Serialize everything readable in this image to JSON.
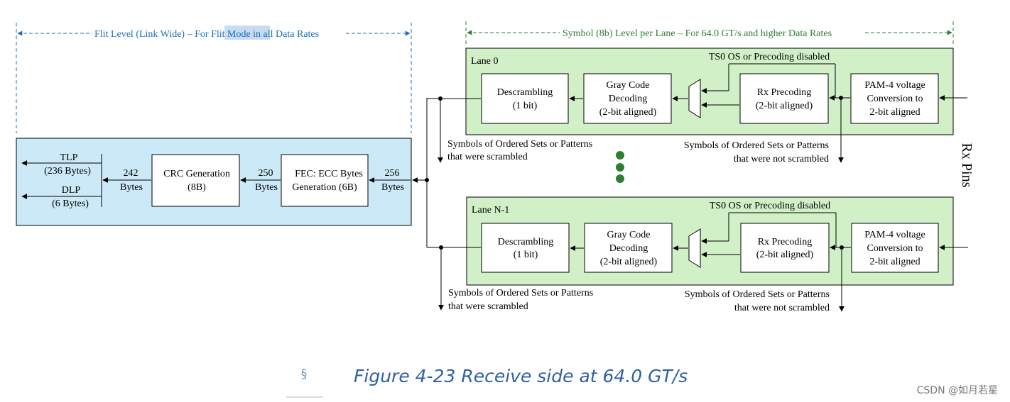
{
  "header": {
    "flit_level_pre": "Flit Level (Link Wide) – For ",
    "flit_level_highlight": "Flit Mode",
    "flit_level_post": " in all Data Rates",
    "symbol_level": "Symbol (8b) Level per Lane – For 64.0 GT/s and higher Data Rates"
  },
  "flit": {
    "tlp_line1": "TLP",
    "tlp_line2": "(236 Bytes)",
    "dlp_line1": "DLP",
    "dlp_line2": "(6 Bytes)",
    "bytes242_num": "242",
    "bytes242_unit": "Bytes",
    "crc_line1": "CRC Generation",
    "crc_line2": "(8B)",
    "bytes250_num": "250",
    "bytes250_unit": "Bytes",
    "fec_line1": "FEC: ECC Bytes",
    "fec_line2": "Generation (6B)",
    "bytes256_num": "256",
    "bytes256_unit": "Bytes"
  },
  "lane0": {
    "title": "Lane 0",
    "ts0": "TS0 OS or Precoding disabled",
    "desc_line1": "Descrambling",
    "desc_line2": "(1 bit)",
    "gray_line1": "Gray Code",
    "gray_line2": "Decoding",
    "gray_line3": "(2-bit aligned)",
    "rx_line1": "Rx Precoding",
    "rx_line2": "(2-bit aligned)",
    "pam_line1": "PAM-4 voltage",
    "pam_line2": "Conversion to",
    "pam_line3": "2-bit aligned",
    "scr_line1": "Symbols of Ordered Sets or Patterns",
    "scr_line2": "that were scrambled",
    "nscr_line1": "Symbols of Ordered Sets or Patterns",
    "nscr_line2": "that were not scrambled"
  },
  "laneN": {
    "title": "Lane N-1",
    "ts0": "TS0 OS or Precoding disabled",
    "desc_line1": "Descrambling",
    "desc_line2": "(1 bit)",
    "gray_line1": "Gray Code",
    "gray_line2": "Decoding",
    "gray_line3": "(2-bit aligned)",
    "rx_line1": "Rx Precoding",
    "rx_line2": "(2-bit aligned)",
    "pam_line1": "PAM-4 voltage",
    "pam_line2": "Conversion to",
    "pam_line3": "2-bit aligned",
    "scr_line1": "Symbols of Ordered Sets or Patterns",
    "scr_line2": "that were scrambled",
    "nscr_line1": "Symbols of Ordered Sets or Patterns",
    "nscr_line2": "that were not scrambled"
  },
  "rx_pins": "Rx Pins",
  "caption": {
    "section_mark": "§",
    "text": "Figure 4-23 Receive side at 64.0 GT/s"
  },
  "watermark": "CSDN @如月若星",
  "colors": {
    "flit_bg": "#cce9f7",
    "lane_bg": "#d2f0c8",
    "blue_accent": "#1f6fb8",
    "green_accent": "#2e7d32",
    "highlight": "#c7dcf2",
    "caption": "#2f5fa5"
  }
}
